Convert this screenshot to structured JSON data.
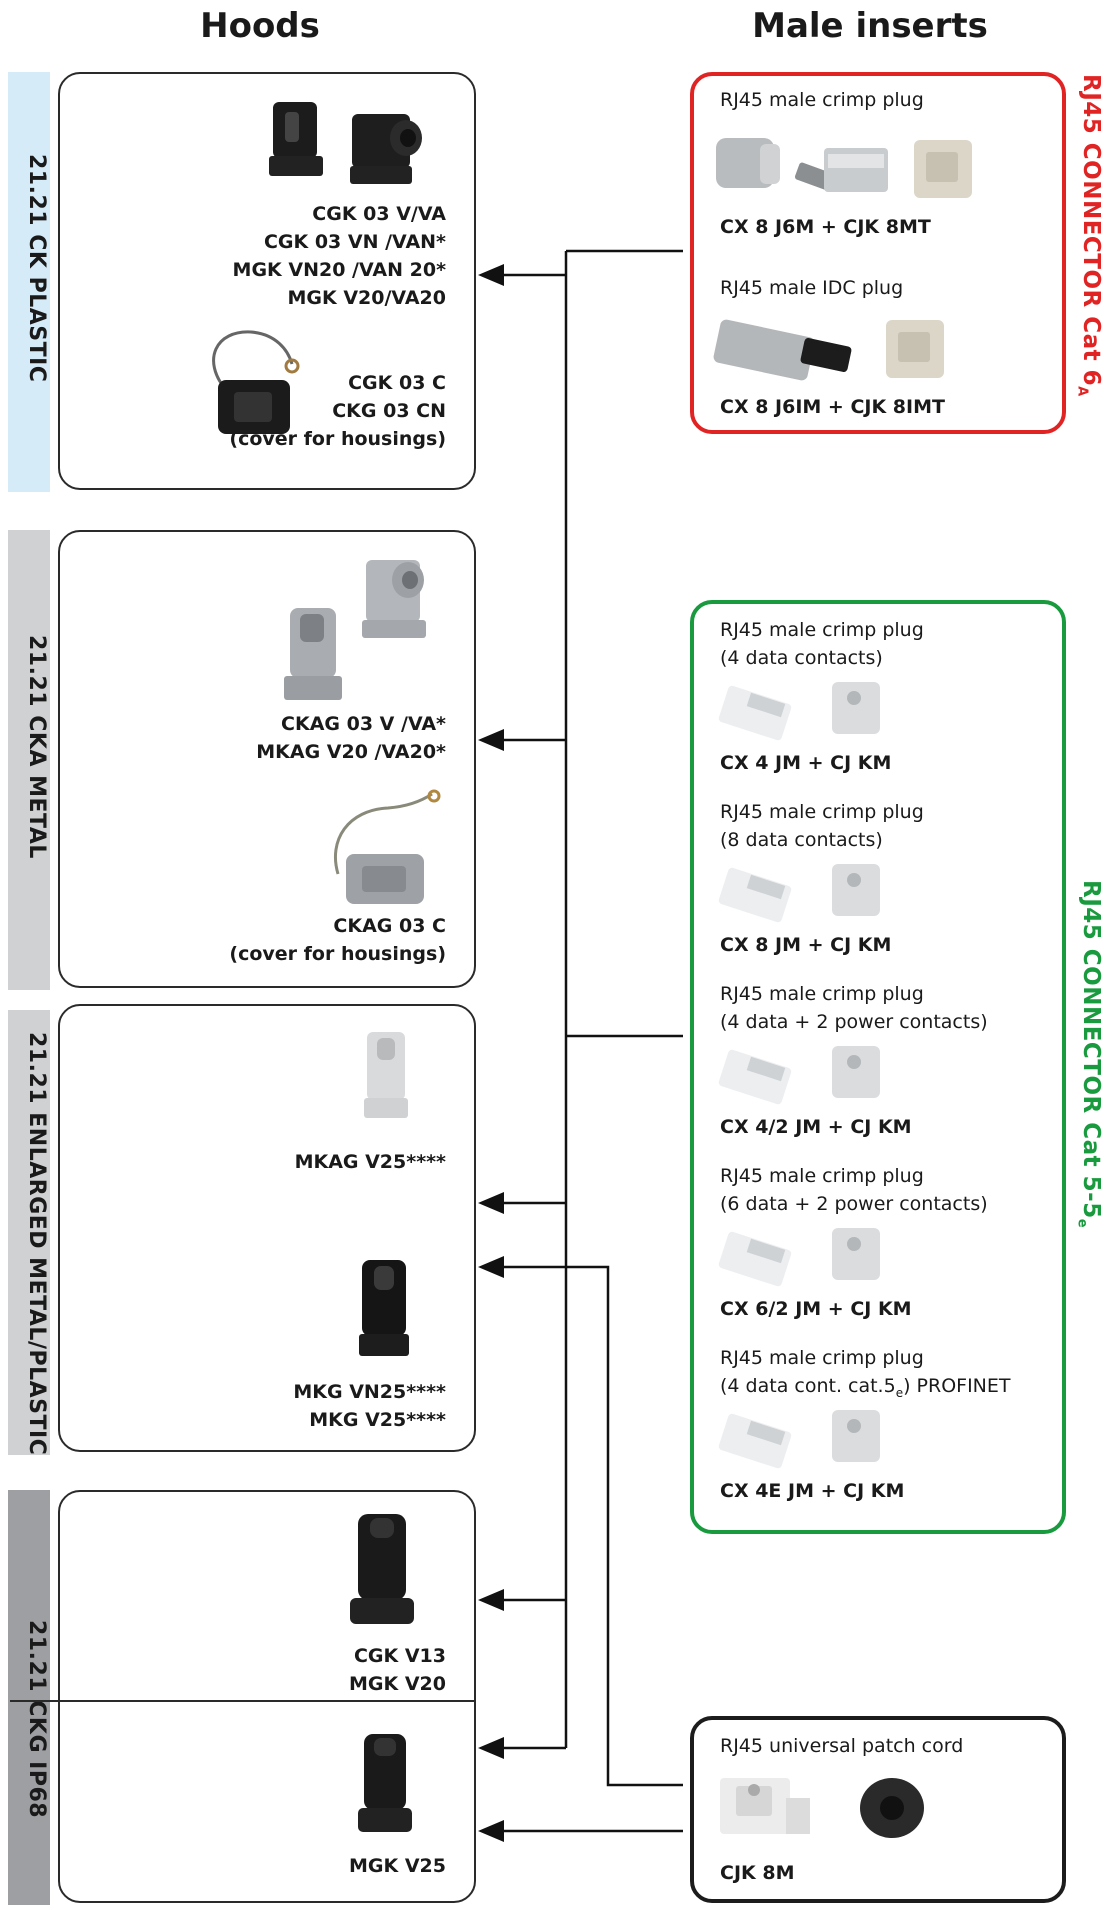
{
  "titles": {
    "left": "Hoods",
    "right": "Male inserts"
  },
  "bands": {
    "ck_plastic": "21.21 CK PLASTIC",
    "cka_metal": "21.21 CKA METAL",
    "enlarged": "21.21 ENLARGED METAL/PLASTIC",
    "ckg_ip68": "21.21 CKG IP68"
  },
  "hoods": {
    "ck": {
      "lines": [
        "CGK 03 V/VA",
        "CGK 03 VN /VAN*",
        "MGK VN20 /VAN 20*",
        "MGK V20/VA20"
      ],
      "cover": [
        "CGK 03 C",
        "CKG 03 CN",
        "(cover for housings)"
      ]
    },
    "cka": {
      "lines": [
        "CKAG 03 V /VA*",
        "MKAG V20 /VA20*"
      ],
      "cover": [
        "CKAG 03 C",
        "(cover for housings)"
      ]
    },
    "enlarged": {
      "top": [
        "MKAG V25****"
      ],
      "bottom": [
        "MKG VN25****",
        "MKG V25****"
      ]
    },
    "ckg": {
      "top": [
        "CGK V13",
        "MGK V20"
      ],
      "bottom": [
        "MGK V25"
      ]
    }
  },
  "cat6": {
    "title": "RJ45 CONNECTOR Cat 6",
    "title_sub": "A",
    "color": "#e02424",
    "items": [
      {
        "desc": "RJ45 male crimp plug",
        "code": "CX 8 J6M + CJK 8MT"
      },
      {
        "desc": "RJ45 male IDC plug",
        "code": "CX 8 J6IM + CJK 8IMT"
      }
    ]
  },
  "cat5": {
    "title": "RJ45 CONNECTOR Cat 5-5",
    "title_sub": "e",
    "color": "#1a9a3e",
    "items": [
      {
        "desc1": "RJ45 male crimp plug",
        "desc2": "(4 data contacts)",
        "code": "CX 4 JM + CJ KM"
      },
      {
        "desc1": "RJ45 male crimp plug",
        "desc2": "(8 data contacts)",
        "code": "CX 8 JM + CJ KM"
      },
      {
        "desc1": "RJ45 male crimp plug",
        "desc2": "(4 data + 2 power contacts)",
        "code": "CX 4/2 JM + CJ KM"
      },
      {
        "desc1": "RJ45 male crimp plug",
        "desc2": "(6 data + 2 power contacts)",
        "code": "CX 6/2 JM + CJ KM"
      },
      {
        "desc1": "RJ45 male crimp plug",
        "desc2a": "(4 data cont. cat.5",
        "desc2sub": "e",
        "desc2b": ") PROFINET",
        "code": "CX 4E JM + CJ KM"
      }
    ]
  },
  "patch": {
    "desc": "RJ45 universal patch cord",
    "code": "CJK 8M"
  },
  "colors": {
    "band_blue": "#d6ebf8",
    "band_grey": "#cfd1d3",
    "band_dark": "#9d9fa2",
    "line": "#111111"
  }
}
